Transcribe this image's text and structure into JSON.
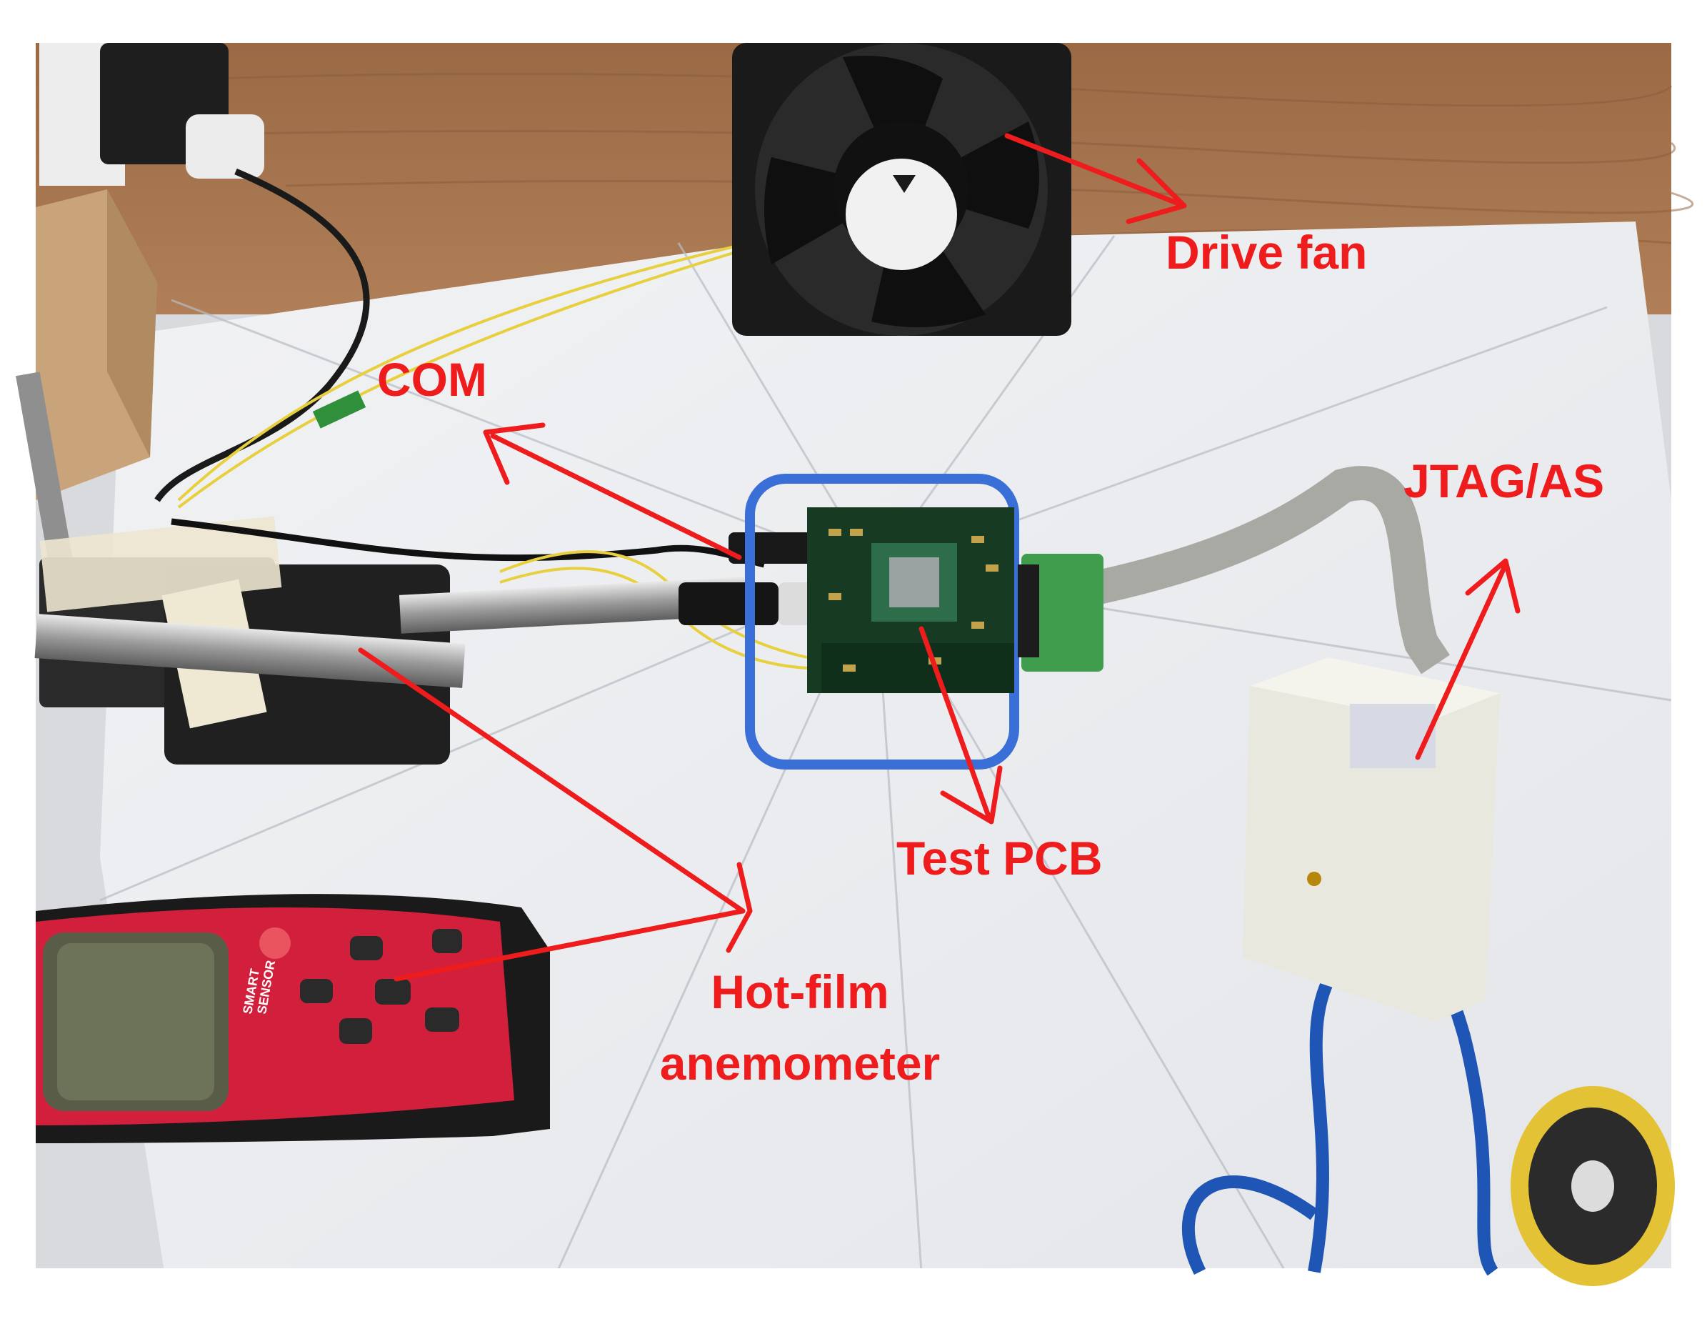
{
  "figure": {
    "annotation_color": "#ee1c1c",
    "labels": {
      "drive_fan": "Drive fan",
      "com": "COM",
      "jtag_as": "JTAG/AS",
      "test_pcb": "Test PCB",
      "hot_film_line1": "Hot-film",
      "hot_film_line2": "anemometer"
    },
    "device_text": {
      "anemometer_brand_line1": "SMART",
      "anemometer_brand_line2": "SENSOR"
    },
    "icons": [
      "arrow-icon",
      "fan-logo-icon",
      "power-button-icon"
    ]
  }
}
